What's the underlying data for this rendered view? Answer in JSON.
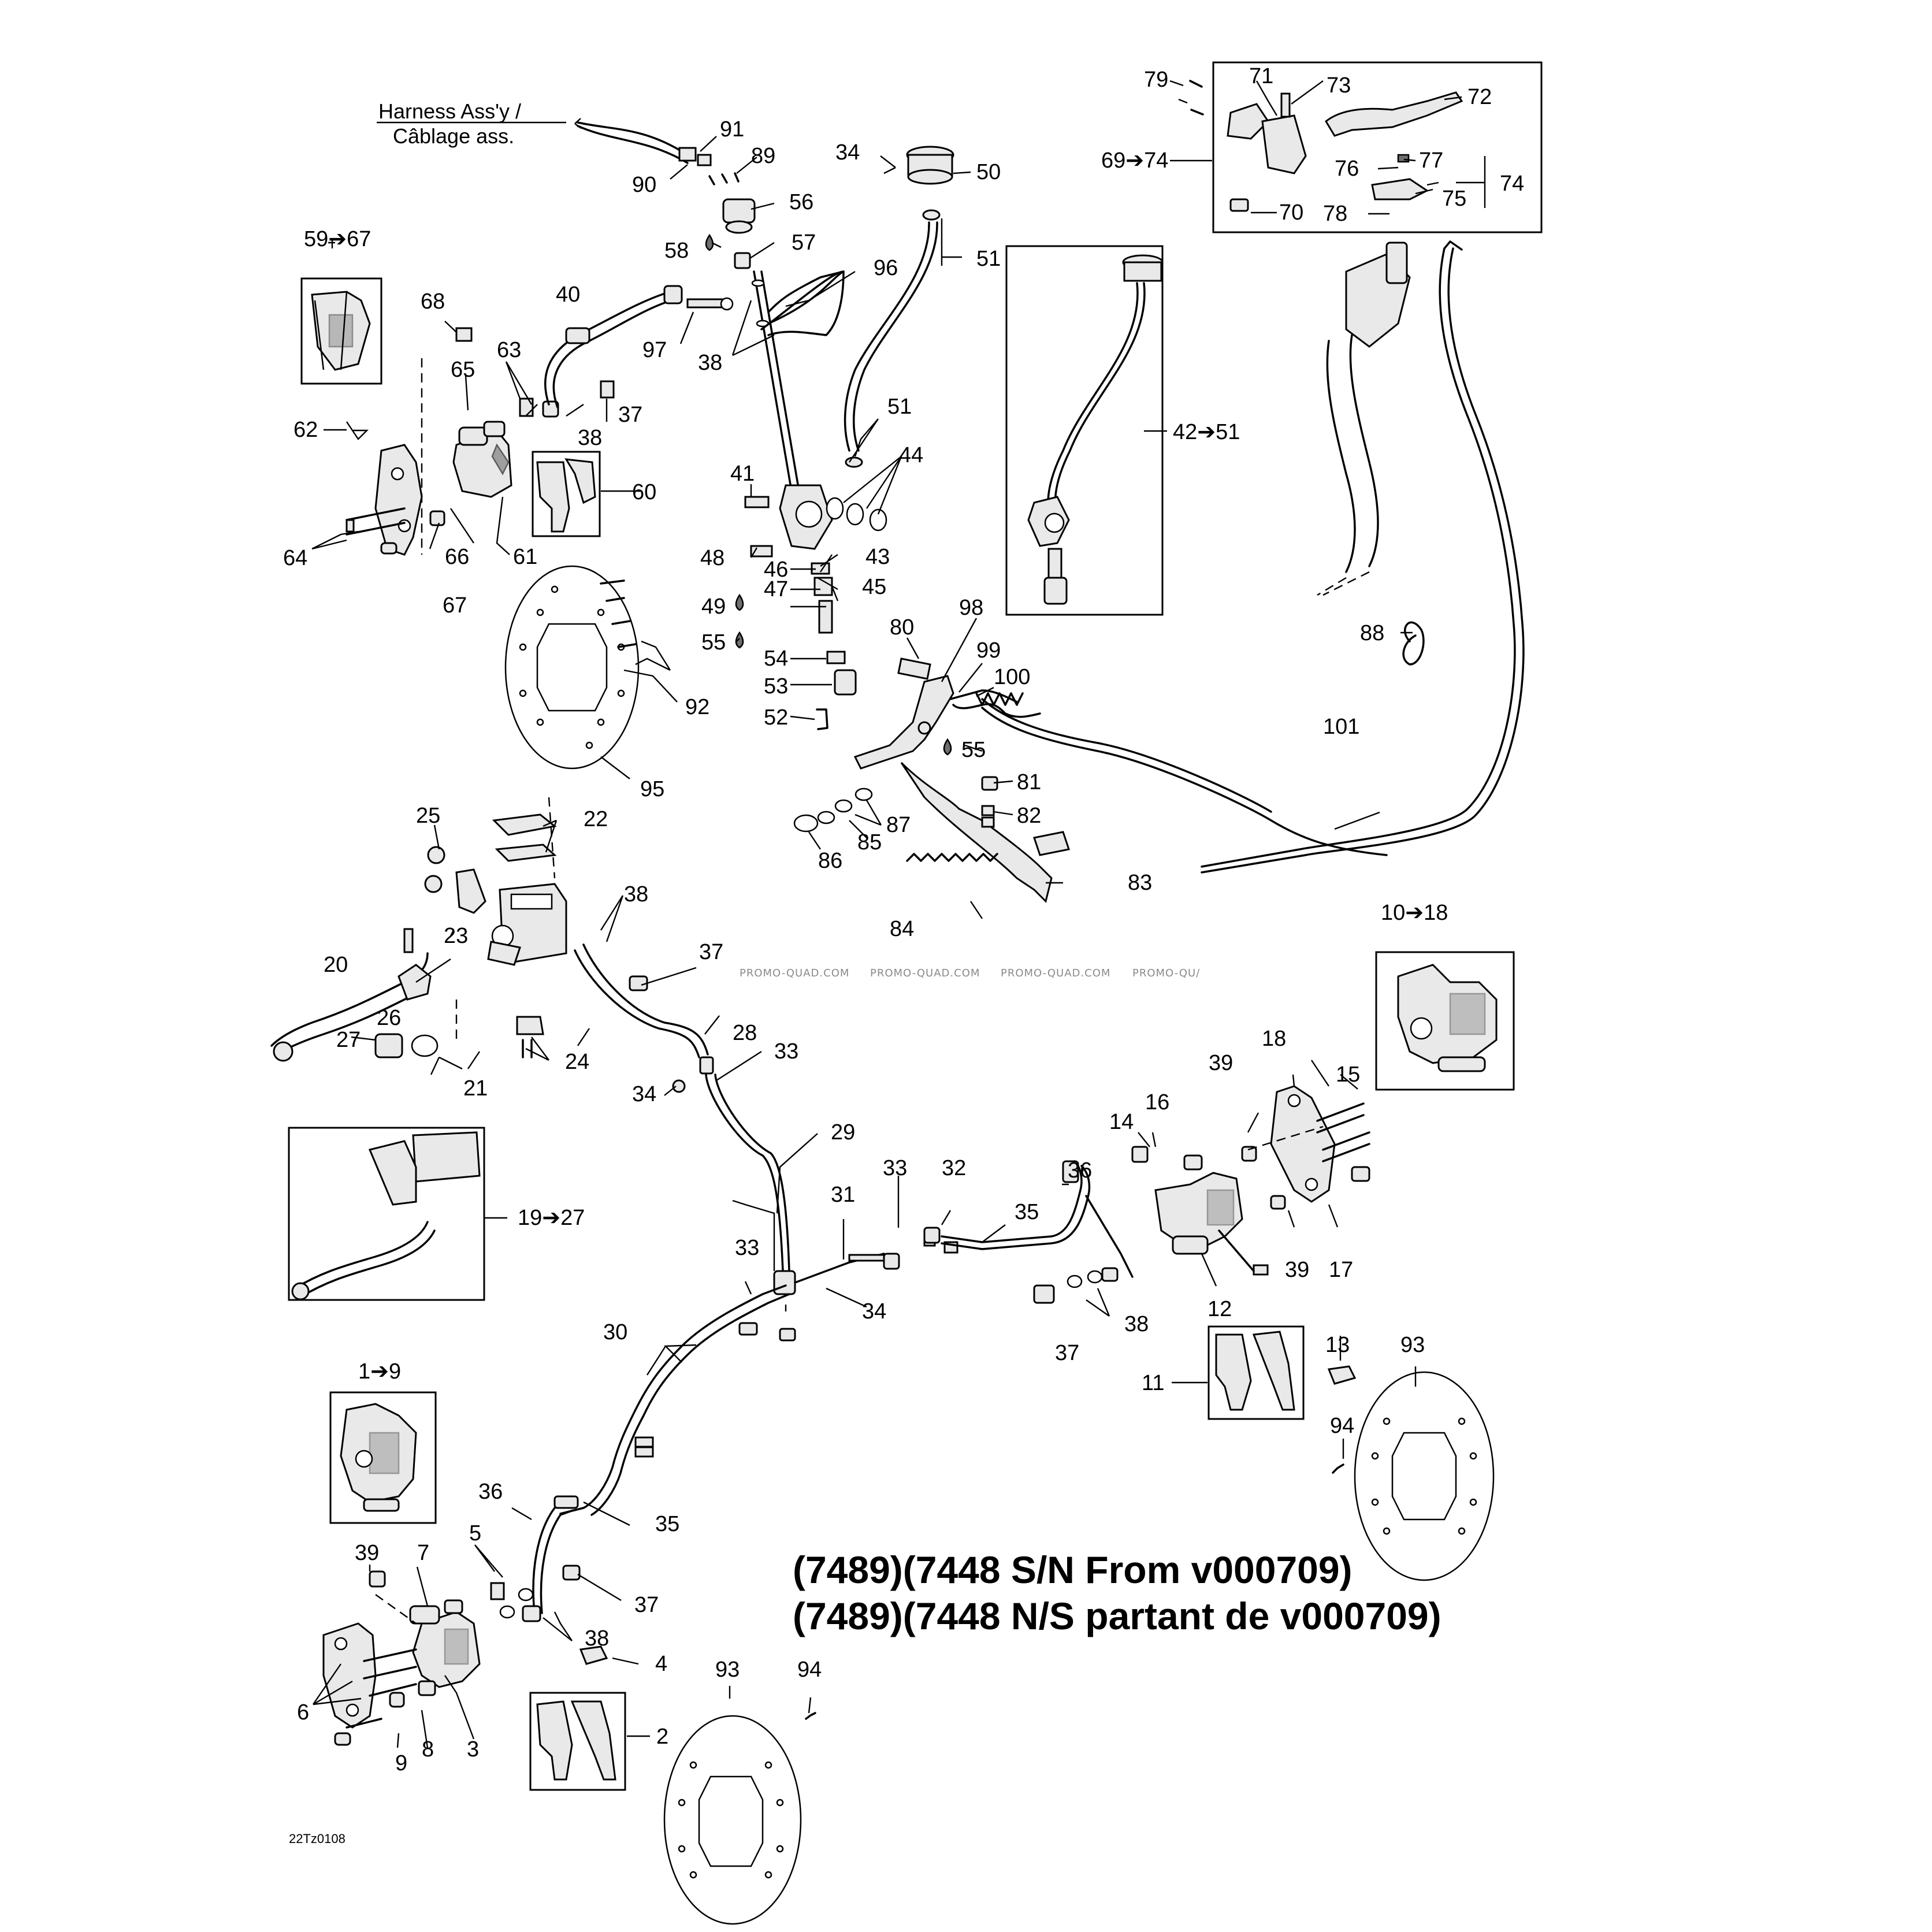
{
  "harness_label": {
    "line1": "Harness Ass'y /",
    "line2": "Câblage ass."
  },
  "title": {
    "line1": "(7489)(7448 S/N From v000709)",
    "line2": "(7489)(7448 N/S partant de v000709)"
  },
  "watermarks": [
    "PROMO-QUAD.COM",
    "PROMO-QUAD.COM",
    "PROMO-QUAD.COM",
    "PROMO-QU/"
  ],
  "diagram_code": "22Tz0108",
  "callouts": {
    "c91": "91",
    "c89": "89",
    "c90": "90",
    "c56": "56",
    "c58": "58",
    "c57": "57",
    "c34a": "34",
    "c50": "50",
    "c51a": "51",
    "c96": "96",
    "c97": "97",
    "c38a": "38",
    "c59_67": "59➔67",
    "c68": "68",
    "c40": "40",
    "c63": "63",
    "c65": "65",
    "c62": "62",
    "c37a": "37",
    "c38b": "38",
    "c60": "60",
    "c64": "64",
    "c66": "66",
    "c61": "61",
    "c67": "67",
    "c51b": "51",
    "c44": "44",
    "c41": "41",
    "c48": "48",
    "c43": "43",
    "c46": "46",
    "c45": "45",
    "c47": "47",
    "c49": "49",
    "c55a": "55",
    "c54": "54",
    "c53": "53",
    "c52": "52",
    "c92": "92",
    "c95": "95",
    "c42_51": "42➔51",
    "c79": "79",
    "c71": "71",
    "c73": "73",
    "c72": "72",
    "c69_74": "69➔74",
    "c76": "76",
    "c77": "77",
    "c74": "74",
    "c75": "75",
    "c70": "70",
    "c78": "78",
    "c88": "88",
    "c80": "80",
    "c98": "98",
    "c99": "99",
    "c100": "100",
    "c55b": "55",
    "c81": "81",
    "c82": "82",
    "c87": "87",
    "c85": "85",
    "c86": "86",
    "c83": "83",
    "c84": "84",
    "c101": "101",
    "c25": "25",
    "c22": "22",
    "c38c": "38",
    "c23": "23",
    "c20": "20",
    "c37b": "37",
    "c26": "26",
    "c27": "27",
    "c21": "21",
    "c24": "24",
    "c28": "28",
    "c33a": "33",
    "c34b": "34",
    "c19_27": "19➔27",
    "c29": "29",
    "c10_18": "10➔18",
    "c18": "18",
    "c39a": "39",
    "c15": "15",
    "c16": "16",
    "c14": "14",
    "c36a": "36",
    "c33b": "33",
    "c32": "32",
    "c31": "31",
    "c35a": "35",
    "c33c": "33",
    "c34c": "34",
    "c30": "30",
    "c39b": "39",
    "c17": "17",
    "c12": "12",
    "c38d": "38",
    "c37c": "37",
    "c11": "11",
    "c13": "13",
    "c93a": "93",
    "c94a": "94",
    "c1_9": "1➔9",
    "c36b": "36",
    "c35b": "35",
    "c39c": "39",
    "c7": "7",
    "c5": "5",
    "c37d": "37",
    "c38e": "38",
    "c4": "4",
    "c93b": "93",
    "c94b": "94",
    "c6": "6",
    "c2": "2",
    "c9": "9",
    "c8": "8",
    "c3": "3"
  }
}
